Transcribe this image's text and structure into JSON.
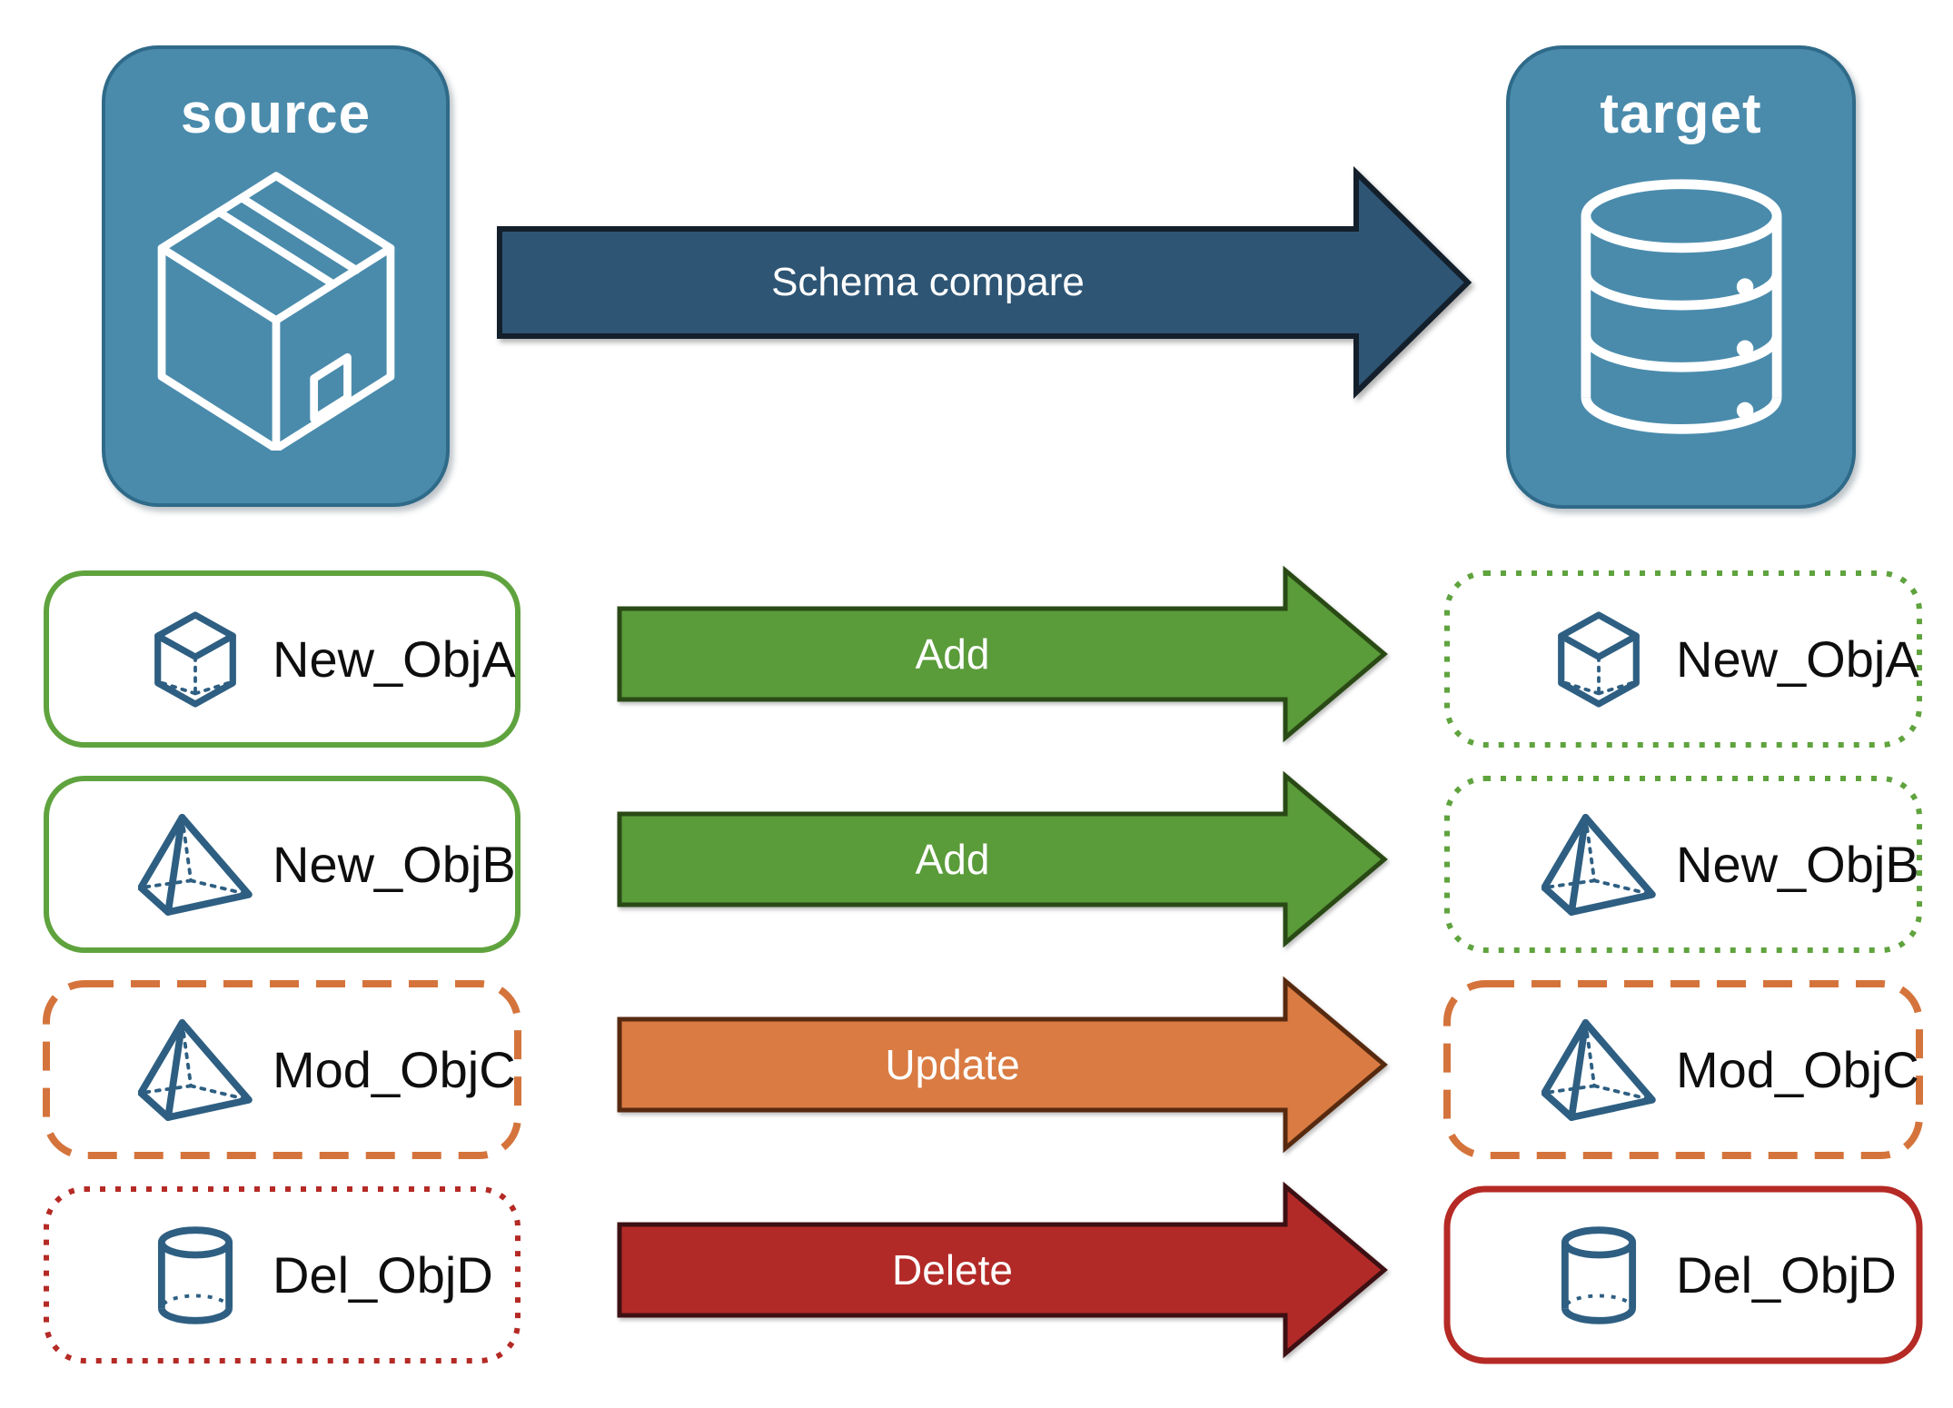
{
  "source": {
    "label": "source",
    "icon": "package-icon"
  },
  "target": {
    "label": "target",
    "icon": "database-icon"
  },
  "main_arrow": {
    "label": "Schema compare"
  },
  "rows": [
    {
      "object": "New_ObjA",
      "action": "Add",
      "icon": "cube-icon",
      "source_box_style": "solid-green",
      "target_box_style": "dotted-green"
    },
    {
      "object": "New_ObjB",
      "action": "Add",
      "icon": "pyramid-icon",
      "source_box_style": "solid-green",
      "target_box_style": "dotted-green"
    },
    {
      "object": "Mod_ObjC",
      "action": "Update",
      "icon": "pyramid-icon",
      "source_box_style": "dashed-orange",
      "target_box_style": "dashed-orange"
    },
    {
      "object": "Del_ObjD",
      "action": "Delete",
      "icon": "cylinder-icon",
      "source_box_style": "dotted-red",
      "target_box_style": "solid-red"
    }
  ],
  "colors": {
    "node_fill": "#4A8BAC",
    "node_border": "#2F6A89",
    "main_arrow_fill": "#2E5574",
    "add_arrow_fill": "#5A9B3A",
    "update_arrow_fill": "#D97B42",
    "delete_arrow_fill": "#B22A27",
    "green_border": "#5FA33E",
    "orange_border": "#D4743C",
    "red_border": "#B52A25",
    "icon_blue": "#2E5F82",
    "icon_white": "#FFFFFF",
    "label_text": "#0E0E0E"
  }
}
